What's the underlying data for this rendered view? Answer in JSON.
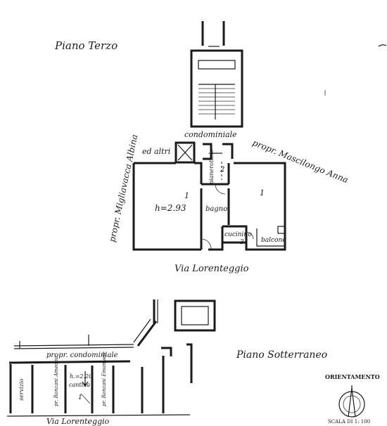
{
  "upper_floor": {
    "title": "Piano Terzo",
    "neighbor_left": "propr. Migliavacca Albina",
    "neighbor_left_extra": "ed altri",
    "common_area": "condominiale",
    "neighbor_right": "propr. Mascilongo Anna",
    "landing_label": "pianerottolo",
    "room_main_number": "1",
    "room_main_height": "h=2.93",
    "room_right_number": "1",
    "bath_label": "bagno",
    "corridor_number": "2",
    "kitchen_label": "cucinino",
    "kitchen_number": "3",
    "balcony_label": "balcone",
    "street": "Via Lorenteggio"
  },
  "lower_floor": {
    "title": "Piano Sotterraneo",
    "common_area": "propr. condominiale",
    "service_label": "servizio",
    "neighbor_a": "pr. Ronzani Amedeo",
    "cellar_height": "h.=2.20",
    "cellar_label": "cantina",
    "cellar_number": "1",
    "neighbor_b": "pr. Ronzani Emanuele",
    "street": "Via Lorenteggio"
  },
  "legend": {
    "orientation": "ORIENTAMENTO",
    "scale": "SCALA DI 1: 100"
  }
}
